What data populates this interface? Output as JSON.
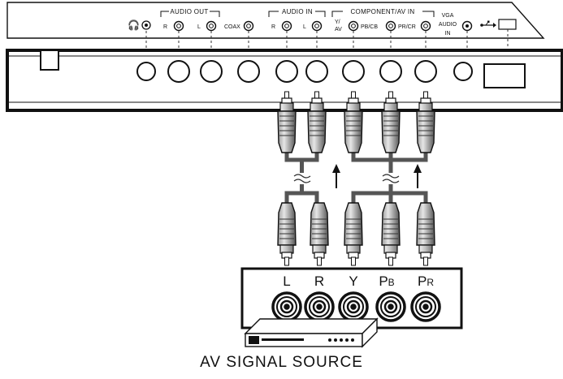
{
  "panel": {
    "headphone_symbol": "🎧",
    "audio_out": {
      "title": "AUDIO OUT",
      "right": "R",
      "left": "L"
    },
    "coax": "COAX",
    "audio_in": {
      "title": "AUDIO IN",
      "right": "R",
      "left": "L"
    },
    "component": {
      "title": "COMPONENT/AV IN",
      "y_av_top": "Y/",
      "y_av_bottom": "AV",
      "pb": "PB/CB",
      "pr": "PR/CR"
    },
    "vga_audio": [
      "VGA",
      "AUDIO",
      "IN"
    ]
  },
  "source": {
    "labels": [
      {
        "main": "L",
        "sub": ""
      },
      {
        "main": "R",
        "sub": ""
      },
      {
        "main": "Y",
        "sub": ""
      },
      {
        "main": "P",
        "sub": "B"
      },
      {
        "main": "P",
        "sub": "R"
      }
    ],
    "caption": "AV SIGNAL SOURCE"
  },
  "colors": {
    "ink": "#111111",
    "cable": "#555555",
    "metal": "#b9b9b9"
  }
}
